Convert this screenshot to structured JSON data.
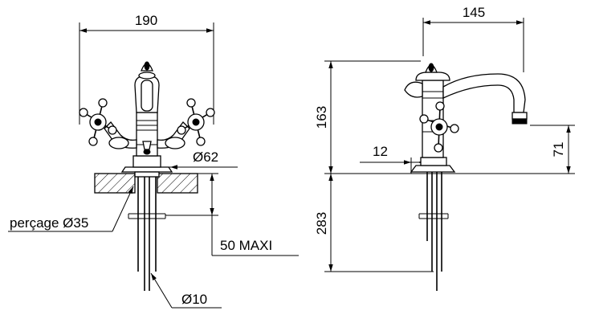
{
  "front_view": {
    "width_dim": "190",
    "base_diameter": "Ø62",
    "drill_label": "perçage Ø35",
    "max_thickness": "50 MAXI",
    "pipe_diameter": "Ø10"
  },
  "side_view": {
    "reach_dim": "145",
    "height_dim": "163",
    "spout_height_dim": "71",
    "base_offset_dim": "12",
    "pipe_length_dim": "283"
  }
}
